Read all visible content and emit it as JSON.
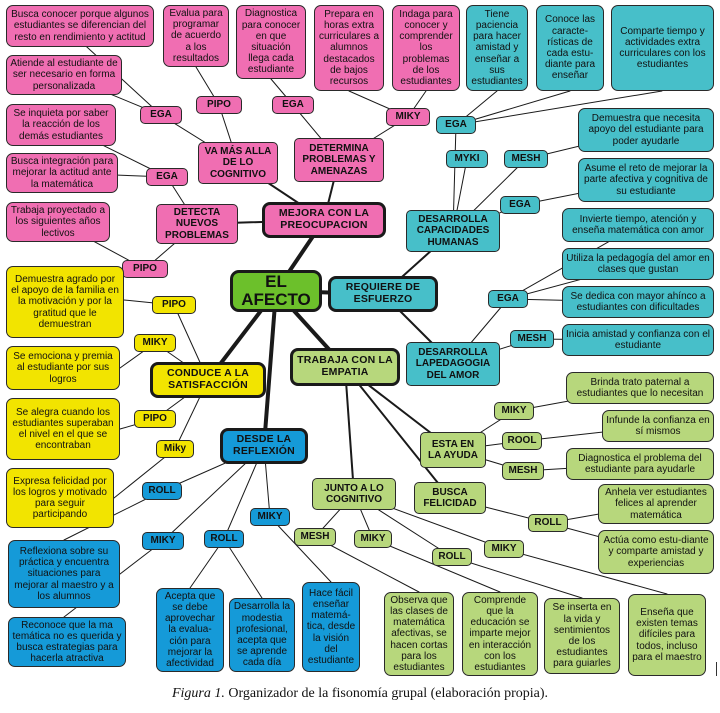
{
  "center": "EL AFECTO",
  "headers": {
    "mejora": "MEJORA CON LA PREOCUPACION",
    "requiere": "REQUIERE DE ESFUERZO",
    "conduce": "CONDUCE A LA SATISFACCIÓN",
    "desde": "DESDE LA REFLEXIÓN",
    "trabaja": "TRABAJA CON LA EMPATIA"
  },
  "subheaders": {
    "va_mas_alla": "VA MÁS ALLA DE LO COGNITIVO",
    "determina": "DETERMINA PROBLEMAS Y AMENAZAS",
    "detecta": "DETECTA NUEVOS PROBLEMAS",
    "capacidades": "DESARROLLA CAPACIDADES HUMANAS",
    "pedagogia": "DESARROLLA LAPEDAGOGIA DEL AMOR",
    "ayuda": "ESTA EN LA AYUDA",
    "felicidad": "BUSCA FELICIDAD",
    "junto": "JUNTO A LO COGNITIVO"
  },
  "labels": {
    "pink": [
      "EGA",
      "EGA",
      "PIPO",
      "EGA",
      "MIKY",
      "PIPO"
    ],
    "teal": [
      "EGA",
      "MYKI",
      "MESH",
      "EGA",
      "EGA",
      "MESH"
    ],
    "yellow": [
      "PIPO",
      "MIKY",
      "PIPO",
      "Miky"
    ],
    "blue": [
      "ROLL",
      "MIKY",
      "ROLL",
      "MIKY"
    ],
    "green": [
      "MIKY",
      "ROOL",
      "MESH",
      "ROLL",
      "MESH",
      "MIKY",
      "ROLL",
      "MIKY"
    ]
  },
  "pink_boxes": [
    "Busca conocer porque algunos estudiantes se diferencian del resto en rendimiento y actitud",
    "Atiende al estudiante de ser necesario en forma personalizada",
    "Se inquieta por saber la reacción de los demás estudiantes",
    "Busca integración para mejorar la actitud ante la matemática",
    "Trabaja proyectado a los siguientes años lectivos",
    "Evalua para programar de acuerdo a los resultados",
    "Diagnostica para conocer en que situación llega cada estudiante",
    "Prepara en horas extra curriculares a alumnos destacados de bajos recursos",
    "Indaga para conocer y comprender los problemas de los estudiantes"
  ],
  "teal_boxes": [
    "Tiene paciencia para hacer amistad y enseñar a sus estudiantes",
    "Conoce las caracte-rísticas de cada estu-diante para enseñar",
    "Comparte tiempo y actividades extra curriculares con los estudiantes",
    "Demuestra que necesita apoyo del estudiante para poder ayudarle",
    "Asume el reto de mejorar la parte afectiva y cognitiva de su estudiante",
    "Invierte tiempo, atención y enseña matemática con amor",
    "Utiliza la pedagogía del amor en clases que gustan",
    "Se dedica con mayor ahínco a estudiantes con dificultades",
    "Inicia amistad y confianza con el estudiante"
  ],
  "yellow_boxes": [
    "Demuestra agrado por el apoyo de la familia en la motivación y por la gratitud que le demuestran",
    "Se emociona y premia al estudiante por sus logros",
    "Se alegra cuando los estudiantes superaban el nivel en el que se encontraban",
    "Expresa felicidad por los logros y motivado para seguir participando"
  ],
  "blue_boxes": [
    "Reflexiona sobre su práctica y encuentra situaciones para mejorar al maestro y a los alumnos",
    "Reconoce que la ma temática no es querida y busca estrategias para hacerla atractiva",
    "Acepta que se debe aprovechar la evalua-ción para mejorar la afectividad",
    "Desarrolla la modestia profesional, acepta que se aprende cada día",
    "Hace fácil enseñar matemá-tica, desde la visión del estudiante"
  ],
  "green_boxes": [
    "Brinda trato paternal a estudiantes que lo necesitan",
    "Infunde la confianza en sí mismos",
    "Diagnostica el problema del estudiante para ayudarle",
    "Anhela ver estudiantes felices al aprender matemática",
    "Actúa como estu-diante y comparte amistad y experiencias",
    "Observa que las clases de matemática afectivas, se hacen cortas para los estudiantes",
    "Comprende que la educación se imparte mejor en interacción con los estudiantes",
    "Se inserta en la vida y sentimientos de los estudiantes para guiarles",
    "Enseña que existen temas difíciles para todos, incluso para el maestro"
  ],
  "caption": {
    "figure": "Figura 1.",
    "text": "Organizador de la fisonomía grupal (elaboración propia)."
  }
}
